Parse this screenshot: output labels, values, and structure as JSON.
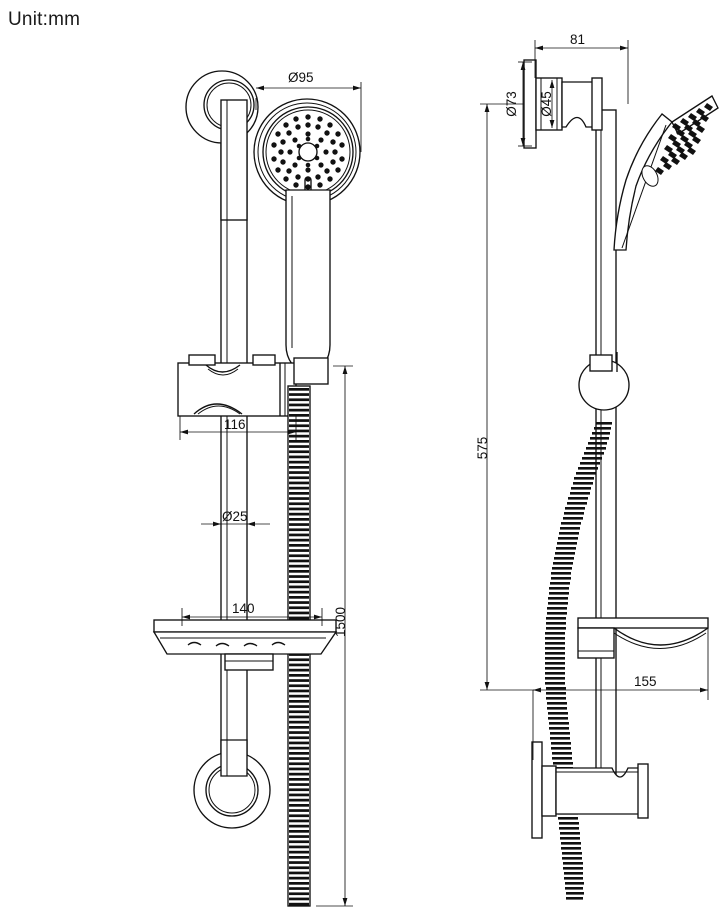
{
  "page": {
    "unit_note": "Unit:mm",
    "background_color": "#ffffff",
    "line_color": "#111111"
  },
  "drawing": {
    "title": "Unit:mm",
    "type": "technical-line-drawing",
    "subject": "shower slide rail set with hand shower, hose, soap dish and wall outlet",
    "views": [
      {
        "name": "front-view",
        "label": "front elevation"
      },
      {
        "name": "side-view",
        "label": "side elevation"
      }
    ]
  },
  "dimensions": {
    "front_view": [
      {
        "name": "shower-head-diameter",
        "label": "Ø95",
        "value": 95,
        "symbol": "Ø",
        "orientation": "horizontal"
      },
      {
        "name": "bracket-width",
        "label": "116",
        "value": 116,
        "orientation": "horizontal"
      },
      {
        "name": "rail-diameter",
        "label": "Ø25",
        "value": 25,
        "symbol": "Ø",
        "orientation": "horizontal"
      },
      {
        "name": "soap-dish-width",
        "label": "140",
        "value": 140,
        "orientation": "horizontal"
      },
      {
        "name": "overall-height",
        "label": "1500",
        "value": 1500,
        "orientation": "vertical"
      }
    ],
    "side_view": [
      {
        "name": "wall-outlet-projection",
        "label": "81",
        "value": 81,
        "orientation": "horizontal"
      },
      {
        "name": "wall-flange-diameter",
        "label": "Ø73",
        "value": 73,
        "symbol": "Ø",
        "orientation": "vertical"
      },
      {
        "name": "outlet-body-diameter",
        "label": "Ø45",
        "value": 45,
        "symbol": "Ø",
        "orientation": "vertical"
      },
      {
        "name": "rail-length",
        "label": "575",
        "value": 575,
        "orientation": "vertical"
      },
      {
        "name": "soap-dish-projection",
        "label": "155",
        "value": 155,
        "orientation": "horizontal"
      }
    ]
  }
}
